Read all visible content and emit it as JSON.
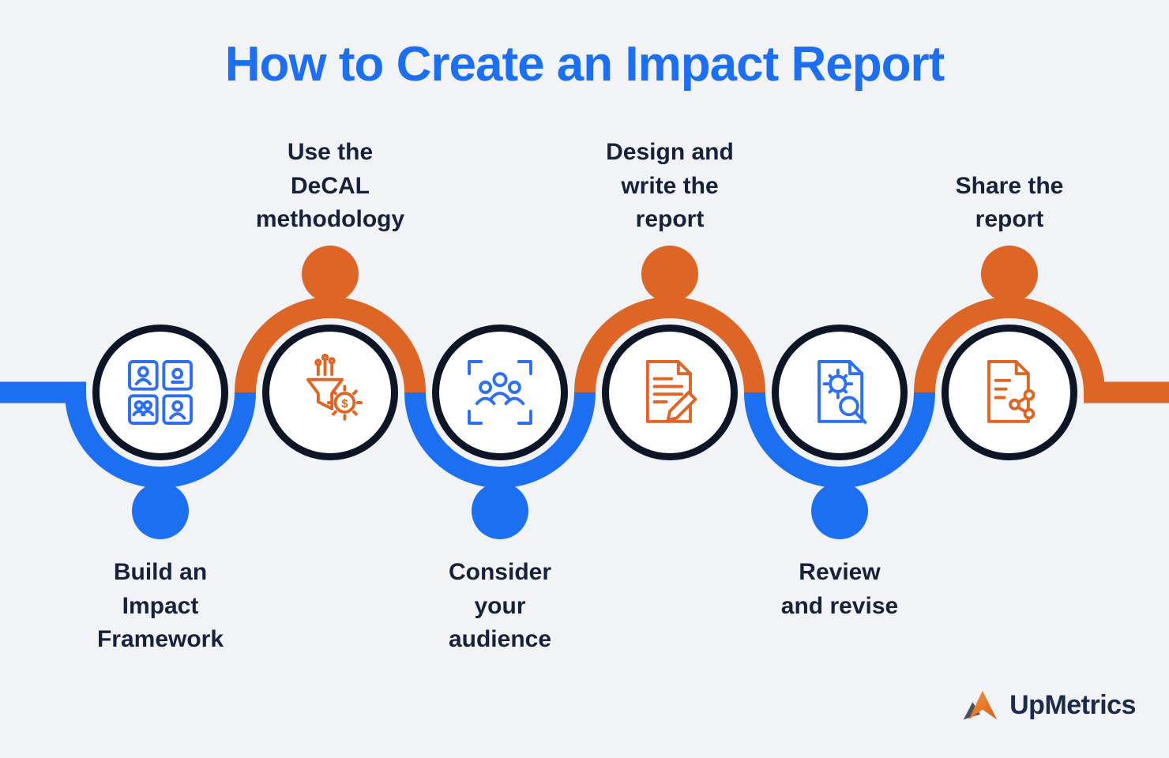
{
  "title": "How to Create an Impact Report",
  "steps": [
    {
      "label": "Build an\nImpact\nFramework",
      "label_position": "below",
      "icon": "impact-framework-puzzle-icon",
      "accent": "#1d6ff2"
    },
    {
      "label": "Use the\nDeCAL\nmethodology",
      "label_position": "above",
      "icon": "decal-methodology-funnel-icon",
      "accent": "#dd6526"
    },
    {
      "label": "Consider\nyour\naudience",
      "label_position": "below",
      "icon": "audience-people-icon",
      "accent": "#1d6ff2"
    },
    {
      "label": "Design and\nwrite the\nreport",
      "label_position": "above",
      "icon": "write-report-document-icon",
      "accent": "#dd6526"
    },
    {
      "label": "Review\nand revise",
      "label_position": "below",
      "icon": "review-gear-magnifier-icon",
      "accent": "#1d6ff2"
    },
    {
      "label": "Share the\nreport",
      "label_position": "above",
      "icon": "share-report-network-icon",
      "accent": "#dd6526"
    }
  ],
  "logo": {
    "text": "UpMetrics"
  },
  "colors": {
    "background": "#f1f3f7",
    "title_blue": "#1d6ff2",
    "wave_blue": "#1d6ff2",
    "wave_orange": "#dd6526",
    "circle_ring": "#0d1626",
    "label_navy": "#16213a"
  }
}
